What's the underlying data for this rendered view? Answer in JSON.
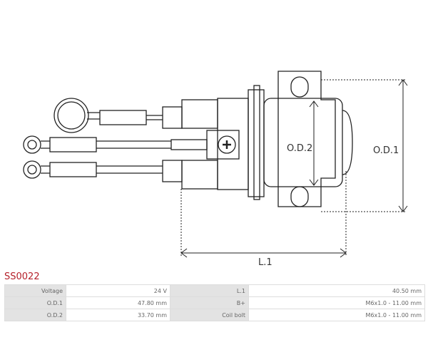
{
  "diagram": {
    "labels": {
      "od2": "O.D.2",
      "od1": "O.D.1",
      "l1": "L.1"
    }
  },
  "product": {
    "code": "SS0022"
  },
  "specs": [
    {
      "label1": "Voltage",
      "value1": "24 V",
      "label2": "L.1",
      "value2": "40.50 mm"
    },
    {
      "label1": "O.D.1",
      "value1": "47.80 mm",
      "label2": "B+",
      "value2": "M6x1.0 - 11.00 mm"
    },
    {
      "label1": "O.D.2",
      "value1": "33.70 mm",
      "label2": "Coil bolt",
      "value2": "M6x1.0 - 11.00 mm"
    }
  ],
  "colors": {
    "code": "#b5202a"
  }
}
